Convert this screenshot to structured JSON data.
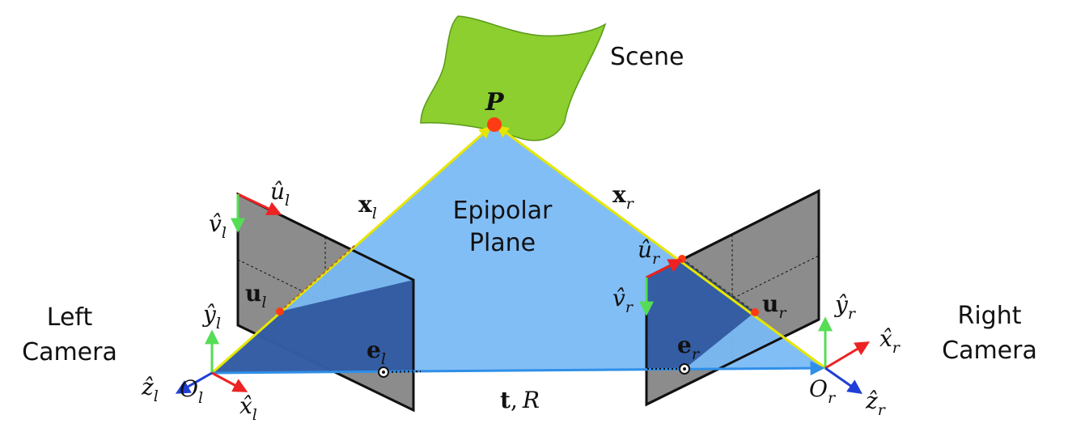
{
  "labels": {
    "scene": "Scene",
    "point": "P",
    "epipolar_line1": "Epipolar",
    "epipolar_line2": "Plane",
    "left_camera_line1": "Left",
    "left_camera_line2": "Camera",
    "right_camera_line1": "Right",
    "right_camera_line2": "Camera",
    "x_l": {
      "base": "x",
      "sub": "l"
    },
    "x_r": {
      "base": "x",
      "sub": "r"
    },
    "u_hat_l": {
      "base": "û",
      "sub": "l"
    },
    "v_hat_l": {
      "base": "v̂",
      "sub": "l"
    },
    "u_l": {
      "base": "u",
      "sub": "l"
    },
    "e_l": {
      "base": "e",
      "sub": "l"
    },
    "y_hat_l": {
      "base": "ŷ",
      "sub": "l"
    },
    "z_hat_l": {
      "base": "ẑ",
      "sub": "l"
    },
    "x_hat_l": {
      "base": "x̂",
      "sub": "l"
    },
    "o_l": {
      "base": "O",
      "sub": "l"
    },
    "u_hat_r": {
      "base": "û",
      "sub": "r"
    },
    "v_hat_r": {
      "base": "v̂",
      "sub": "r"
    },
    "u_r": {
      "base": "u",
      "sub": "r"
    },
    "e_r": {
      "base": "e",
      "sub": "r"
    },
    "y_hat_r": {
      "base": "ŷ",
      "sub": "r"
    },
    "z_hat_r": {
      "base": "ẑ",
      "sub": "r"
    },
    "x_hat_r": {
      "base": "x̂",
      "sub": "r"
    },
    "o_r": {
      "base": "O",
      "sub": "r"
    },
    "baseline_t": "t",
    "baseline_sep": ",",
    "baseline_r": "R"
  },
  "colors": {
    "scene_fill": "#8ccf2e",
    "epipolar_plane": "#79b9f5",
    "image_plane": "#8c8c8c",
    "point": "#ff3b14",
    "axis_red": "#ee2222",
    "axis_green": "#55dd55",
    "axis_blue": "#1f3fd6",
    "ray": "#e6e600",
    "baseline": "#2f8fe8"
  }
}
